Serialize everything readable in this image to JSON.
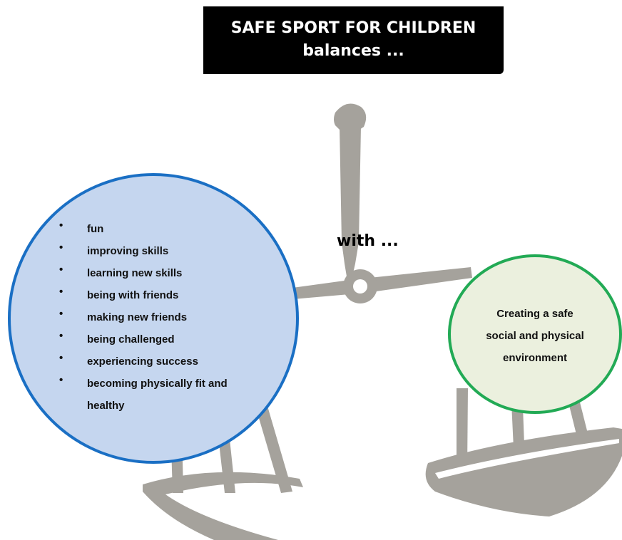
{
  "title": {
    "line1": "SAFE SPORT FOR CHILDREN",
    "line2": "balances ..."
  },
  "connector_text": "with ...",
  "left_side": {
    "items": [
      "fun",
      "improving skills",
      "learning new skills",
      "being with friends",
      "making new friends",
      "being challenged",
      "experiencing success",
      "becoming physically fit and healthy"
    ]
  },
  "right_side": {
    "text": "Creating a safe social and physical environment"
  },
  "colors": {
    "scale": "#a5a29c",
    "left_fill": "#c5d6ef",
    "left_border": "#1a6fc4",
    "right_fill": "#ebf0de",
    "right_border": "#22aa55",
    "title_bg": "#000000",
    "title_text": "#ffffff"
  },
  "icons": {
    "scale": "balance-scale-icon"
  }
}
